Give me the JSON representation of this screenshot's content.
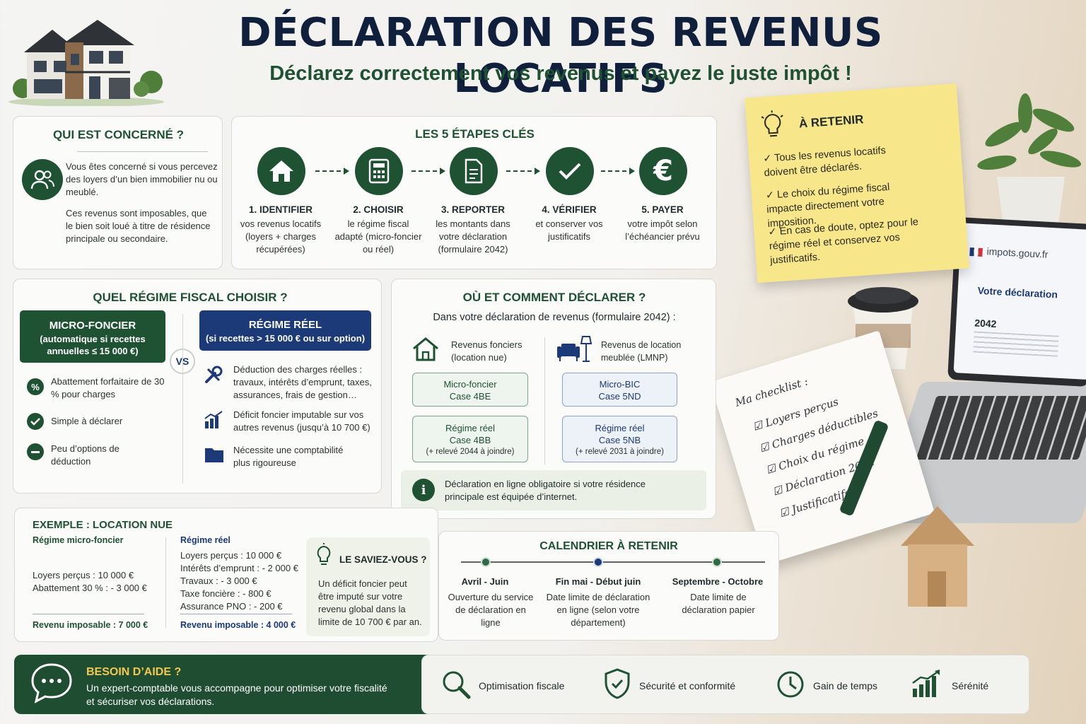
{
  "header": {
    "title": "DÉCLARATION DES REVENUS LOCATIFS",
    "subtitle": "Déclarez correctement vos revenus et payez le juste impôt !"
  },
  "concerne": {
    "title": "QUI EST CONCERNÉ ?",
    "p1": "Vous êtes concerné si vous percevez des loyers d’un bien immobilier nu ou meublé.",
    "p2": "Ces revenus sont imposables, que le bien soit loué à titre de résidence principale ou secondaire."
  },
  "etapes": {
    "title": "LES 5 ÉTAPES CLÉS",
    "steps": [
      {
        "label": "1. IDENTIFIER",
        "text": "vos revenus locatifs (loyers + charges récupérées)",
        "icon": "house-icon"
      },
      {
        "label": "2. CHOISIR",
        "text": "le régime fiscal adapté (micro-foncier ou réel)",
        "icon": "calculator-icon"
      },
      {
        "label": "3. REPORTER",
        "text": "les montants dans votre déclaration (formulaire 2042)",
        "icon": "document-icon"
      },
      {
        "label": "4. VÉRIFIER",
        "text": "et conserver vos justificatifs",
        "icon": "check-icon"
      },
      {
        "label": "5. PAYER",
        "text": "votre impôt selon l’échéancier prévu",
        "icon": "euro-icon"
      }
    ]
  },
  "retenir": {
    "title": "À RETENIR",
    "items": [
      "Tous les revenus locatifs doivent être déclarés.",
      "Le choix du régime fiscal impacte directement votre imposition.",
      "En cas de doute, optez pour le régime réel et conservez vos justificatifs."
    ]
  },
  "regime": {
    "title": "QUEL RÉGIME FISCAL CHOISIR ?",
    "micro_title": "MICRO-FONCIER",
    "micro_sub": "(automatique si recettes annuelles ≤ 15 000 €)",
    "vs": "VS",
    "reel_title": "RÉGIME RÉEL",
    "reel_sub": "(si recettes > 15 000 € ou sur option)",
    "micro_items": [
      "Abattement forfaitaire de 30 % pour charges",
      "Simple à déclarer",
      "Peu d’options de déduction"
    ],
    "reel_items": [
      "Déduction des charges réelles : travaux, intérêts d’emprunt, taxes, assurances, frais de gestion…",
      "Déficit foncier imputable sur vos autres revenus (jusqu’à 10 700 €)",
      "Nécessite une comptabilité plus rigoureuse"
    ]
  },
  "ou": {
    "title": "OÙ ET COMMENT DÉCLARER ?",
    "intro": "Dans votre déclaration de revenus (formulaire 2042) :",
    "col1_title": "Revenus fonciers (location nue)",
    "col2_title": "Revenus de location meublée (LMNP)",
    "b1_line1": "Micro-foncier",
    "b1_line2": "Case 4BE",
    "b2_line1": "Régime réel",
    "b2_line2": "Case 4BB",
    "b2_line3": "(+ relevé 2044 à joindre)",
    "b3_line1": "Micro-BIC",
    "b3_line2": "Case 5ND",
    "b4_line1": "Régime réel",
    "b4_line2": "Case 5NB",
    "b4_line3": "(+ relevé 2031 à joindre)",
    "info": "Déclaration en ligne obligatoire si votre résidence principale est équipée d’internet."
  },
  "exemple": {
    "title": "EXEMPLE : LOCATION NUE",
    "micro_title": "Régime micro-foncier",
    "micro_lines": [
      "Loyers perçus : 10 000 €",
      "Abattement 30 % : - 3 000 €"
    ],
    "micro_result": "Revenu imposable : 7 000 €",
    "reel_title": "Régime réel",
    "reel_lines": [
      "Loyers perçus : 10 000 €",
      "Intérêts d’emprunt : - 2 000 €",
      "Travaux : - 3 000 €",
      "Taxe foncière : - 800 €",
      "Assurance PNO : - 200 €"
    ],
    "reel_result": "Revenu imposable : 4 000 €"
  },
  "saviez": {
    "title": "LE SAVIEZ-VOUS ?",
    "text": "Un déficit foncier peut être imputé sur votre revenu global dans la limite de 10 700 € par an."
  },
  "calendrier": {
    "title": "CALENDRIER À RETENIR",
    "items": [
      {
        "period": "Avril - Juin",
        "text": "Ouverture du service de déclaration en ligne"
      },
      {
        "period": "Fin mai - Début juin",
        "text": "Date limite de déclaration en ligne (selon votre département)"
      },
      {
        "period": "Septembre - Octobre",
        "text": "Date limite de déclaration papier"
      }
    ]
  },
  "aide": {
    "title": "BESOIN D’AIDE ?",
    "text": "Un expert-comptable vous accompagne pour optimiser votre fiscalité et sécuriser vos déclarations.",
    "benefits": [
      {
        "label": "Optimisation fiscale",
        "icon": "magnifier-icon"
      },
      {
        "label": "Sécurité et conformité",
        "icon": "shield-icon"
      },
      {
        "label": "Gain de temps",
        "icon": "clock-icon"
      },
      {
        "label": "Sérénité",
        "icon": "growth-chart-icon"
      }
    ]
  },
  "laptop": {
    "url": "impots.gouv.fr",
    "heading": "Votre déclaration",
    "form_number": "2042"
  },
  "checklist": {
    "title": "Ma checklist :",
    "items": [
      "Loyers perçus",
      "Charges déductibles",
      "Choix du régime",
      "Déclaration 2042",
      "Justificatifs"
    ]
  },
  "colors": {
    "primary_green": "#1f5233",
    "navy": "#1c3a78",
    "note_yellow": "#f8e68a"
  }
}
